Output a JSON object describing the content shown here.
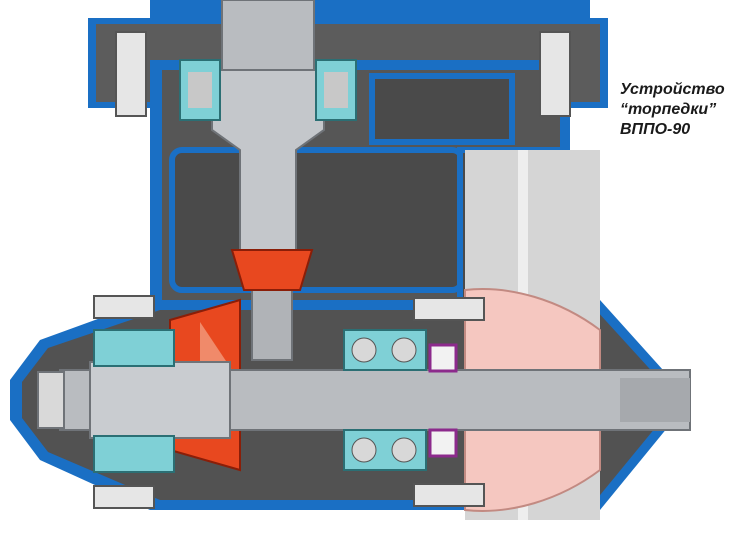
{
  "caption": {
    "line1": "Устройство",
    "line2": "“торпедки”",
    "line3": "ВППО-90"
  },
  "colors": {
    "housing_outline": "#1a6fc4",
    "housing_fill": "#5a5a5a",
    "cavity": "#4a4a4a",
    "shaft": "#b9bcc0",
    "gear": "#e8481f",
    "bearing_ring": "#7fd0d6",
    "bearing_ball": "#c8c8c8",
    "seal": "#8c2a8c",
    "impeller": "#f5c7c0",
    "impeller_blade": "#d9d9d9"
  },
  "icons": {
    "vertical_shaft": "vertical-shaft",
    "horizontal_shaft": "horizontal-shaft",
    "bevel_gear": "bevel-gear",
    "ball_bearing": "ball-bearing",
    "roller_bearing": "roller-bearing",
    "bolt": "bolt",
    "impeller": "impeller",
    "lip_seal": "lip-seal"
  }
}
